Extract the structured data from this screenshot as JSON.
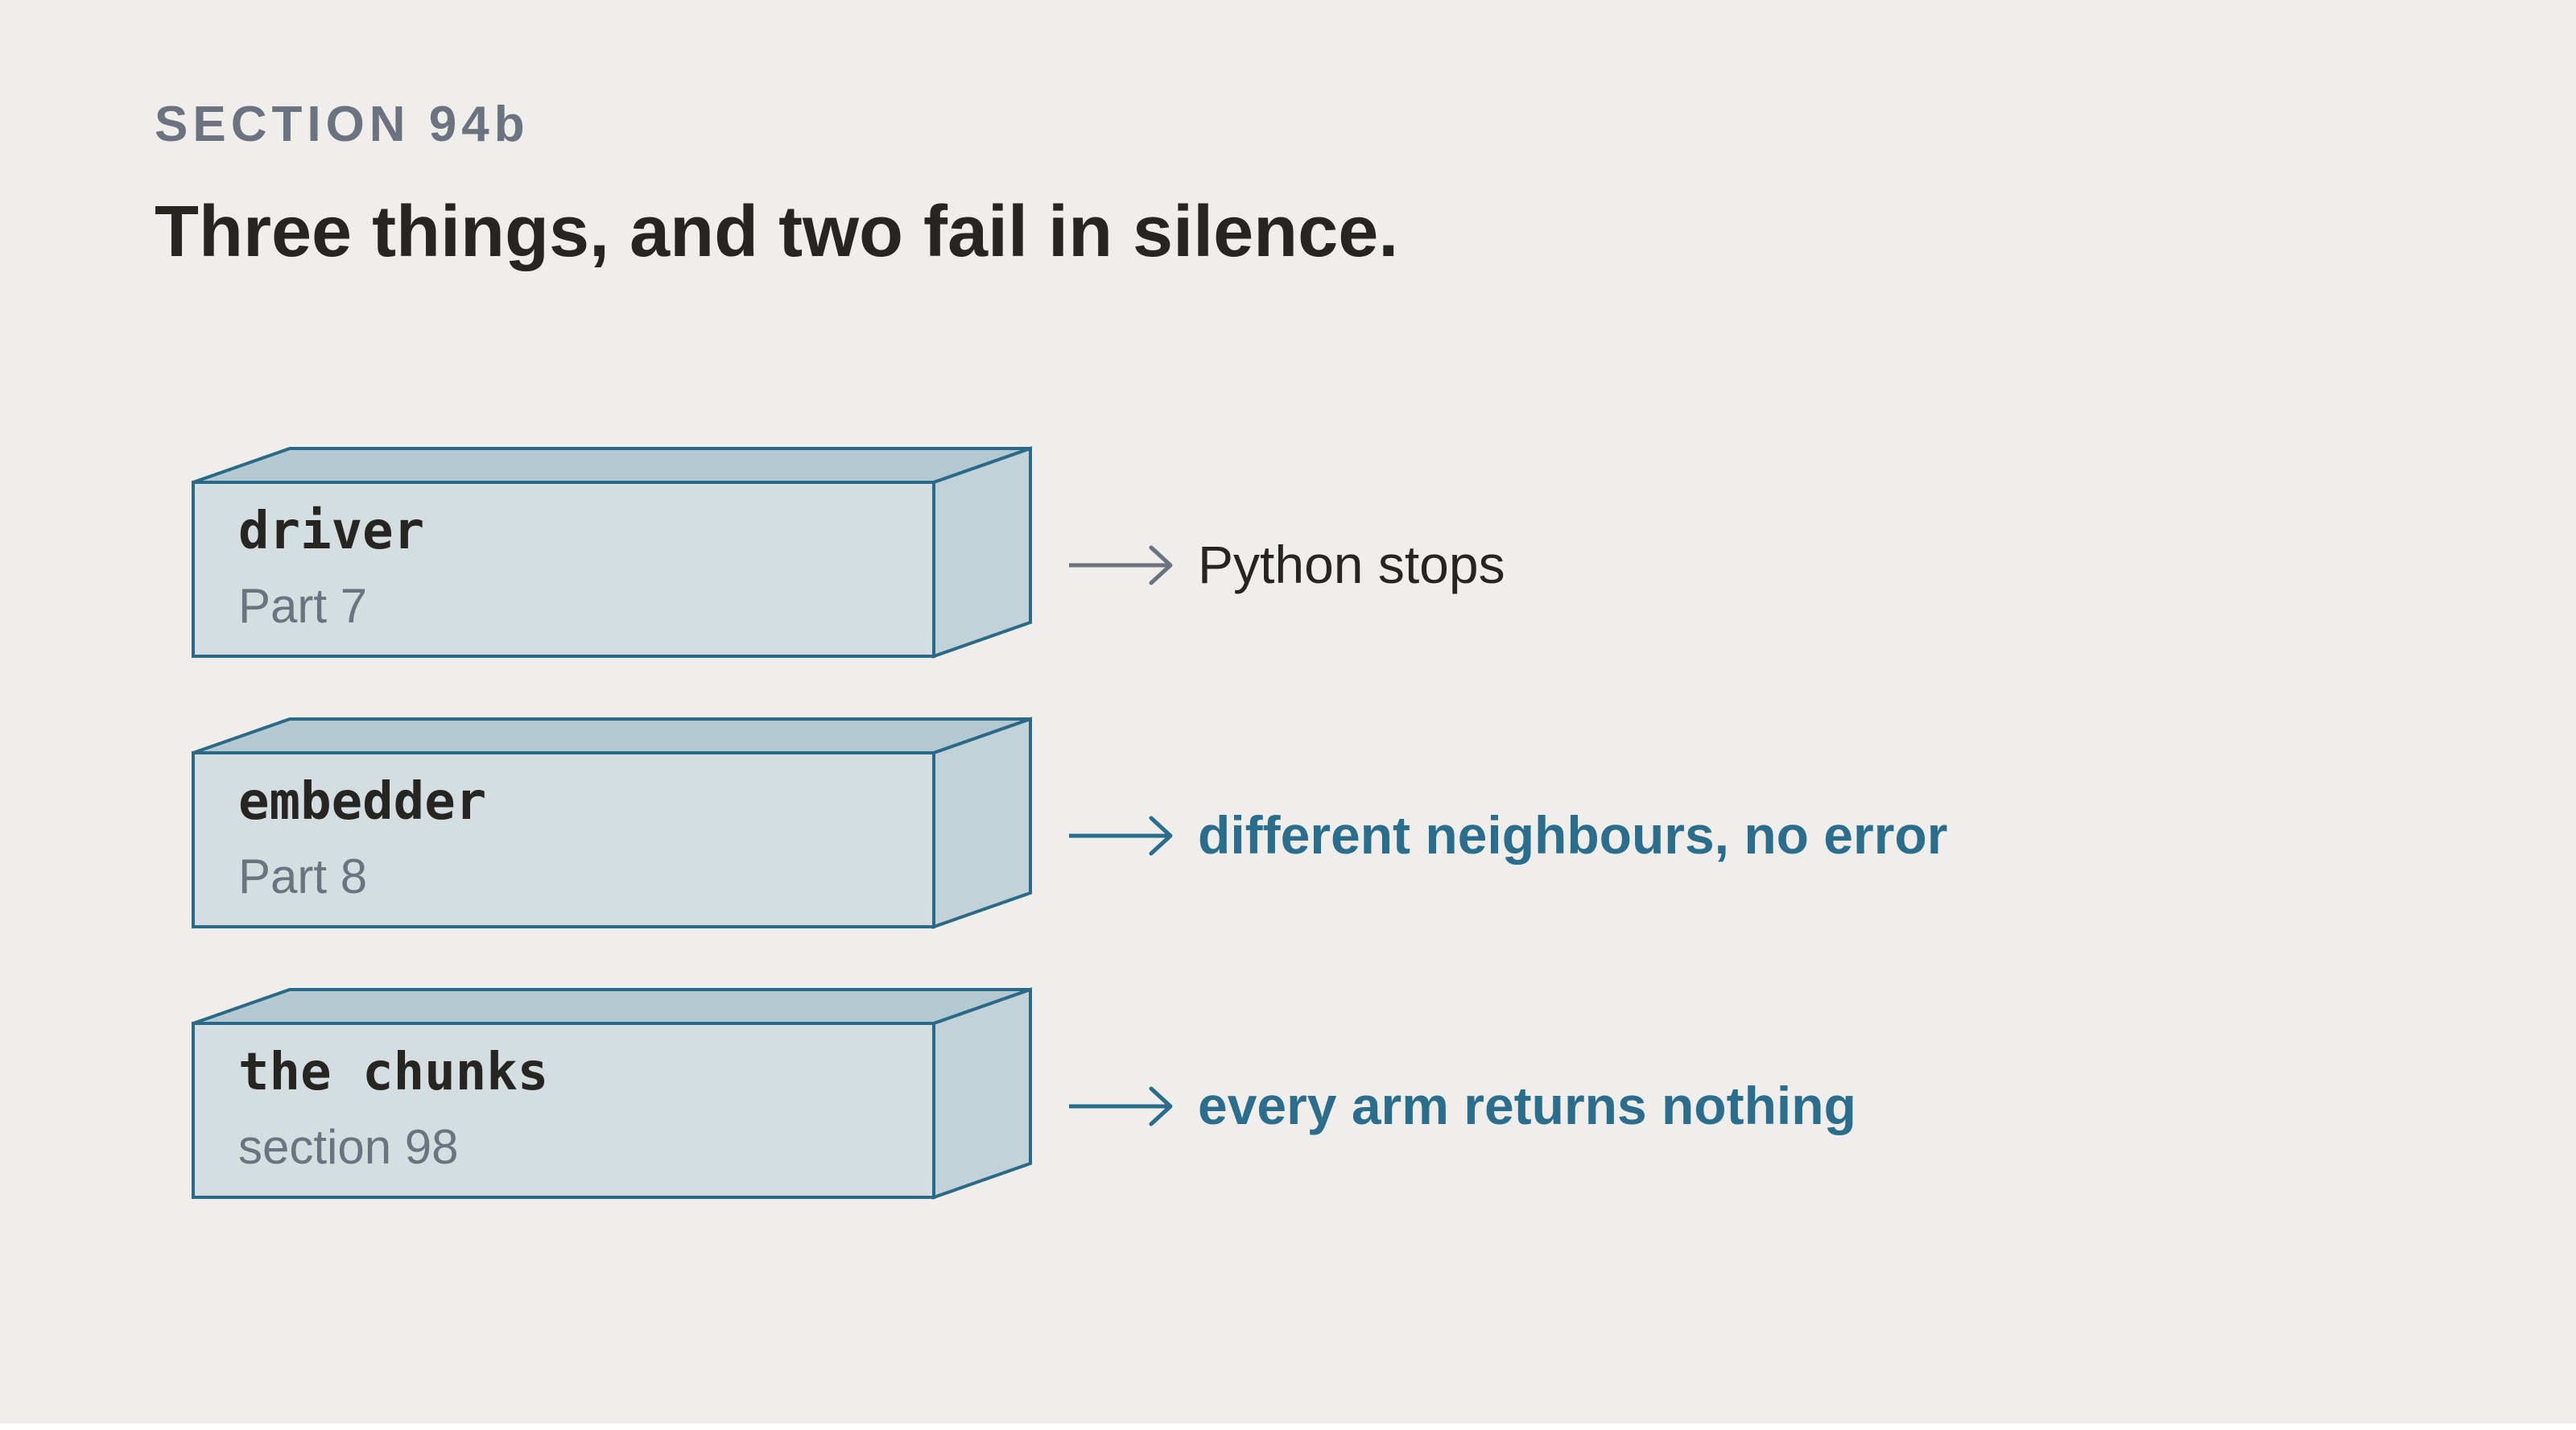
{
  "header": {
    "section_label": "SECTION 94b",
    "title": "Three things, and two fail in silence."
  },
  "items": [
    {
      "name": "driver",
      "ref": "Part 7",
      "outcome": "Python stops",
      "silent": false
    },
    {
      "name": "embedder",
      "ref": "Part 8",
      "outcome": "different neighbours, no error",
      "silent": true
    },
    {
      "name": "the chunks",
      "ref": "section 98",
      "outcome": "every arm returns nothing",
      "silent": true
    }
  ],
  "colors": {
    "background": "#efeeeb",
    "box_front": "#d4dde0",
    "box_top": "#b4cad2",
    "box_side": "#c2d2d9",
    "box_stroke": "#2b6a86",
    "accent": "#2a6d8c",
    "loud_arrow": "#6b7280",
    "loud_text": "#272521",
    "muted_text": "#6b7280",
    "title_text": "#272521"
  }
}
